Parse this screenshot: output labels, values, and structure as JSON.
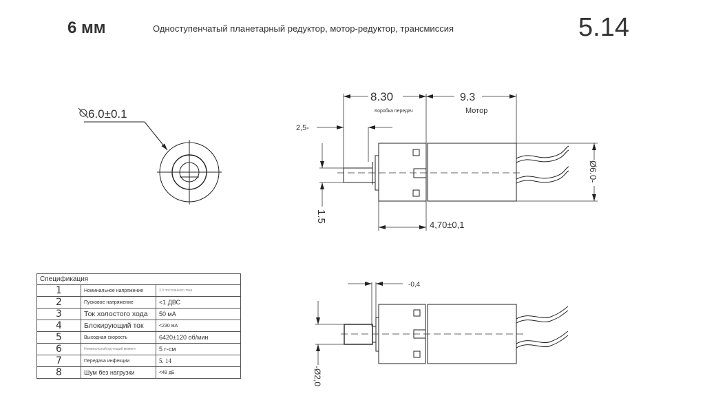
{
  "header": {
    "size": "6 мм",
    "subtitle": "Одноступенчатый планетарный редуктор, мотор-редуктор, трансмиссия",
    "ratio": "5.14"
  },
  "front_view": {
    "diameter_label": "6.0±0.1"
  },
  "side_view": {
    "gearbox_length": "8.30",
    "gearbox_label": "Коробка передач",
    "motor_length": "9.3",
    "motor_label": "Мотор",
    "shaft_length": "2,5-",
    "shaft_height": "1.5",
    "body_diameter": "Ø6.0-",
    "gearbox_body_length": "4,70±0,1"
  },
  "bottom_view": {
    "flange_thickness": "-0,4",
    "shaft_diameter": "-Ø2,0"
  },
  "spec_table": {
    "title": "Спецификация",
    "rows": [
      {
        "n": "1",
        "param": "Номинальное напряжение",
        "value": "3.0 постоянного тока"
      },
      {
        "n": "2",
        "param": "Пусковое напряжение",
        "value": "<1 ДВС"
      },
      {
        "n": "3",
        "param": "Ток холостого хода",
        "value": "50 мА"
      },
      {
        "n": "4",
        "param": "Блокирующий ток",
        "value": "<230 мА"
      },
      {
        "n": "5",
        "param": "Выходная скорость",
        "value": "6420±120 об/мин"
      },
      {
        "n": "6",
        "param": "Номинальный крутящий момент",
        "value": "5 г-см"
      },
      {
        "n": "7",
        "param": "Передача инфекции",
        "value": "5. 14"
      },
      {
        "n": "8",
        "param": "Шум без нагрузки",
        "value": "<48 дБ"
      }
    ]
  }
}
